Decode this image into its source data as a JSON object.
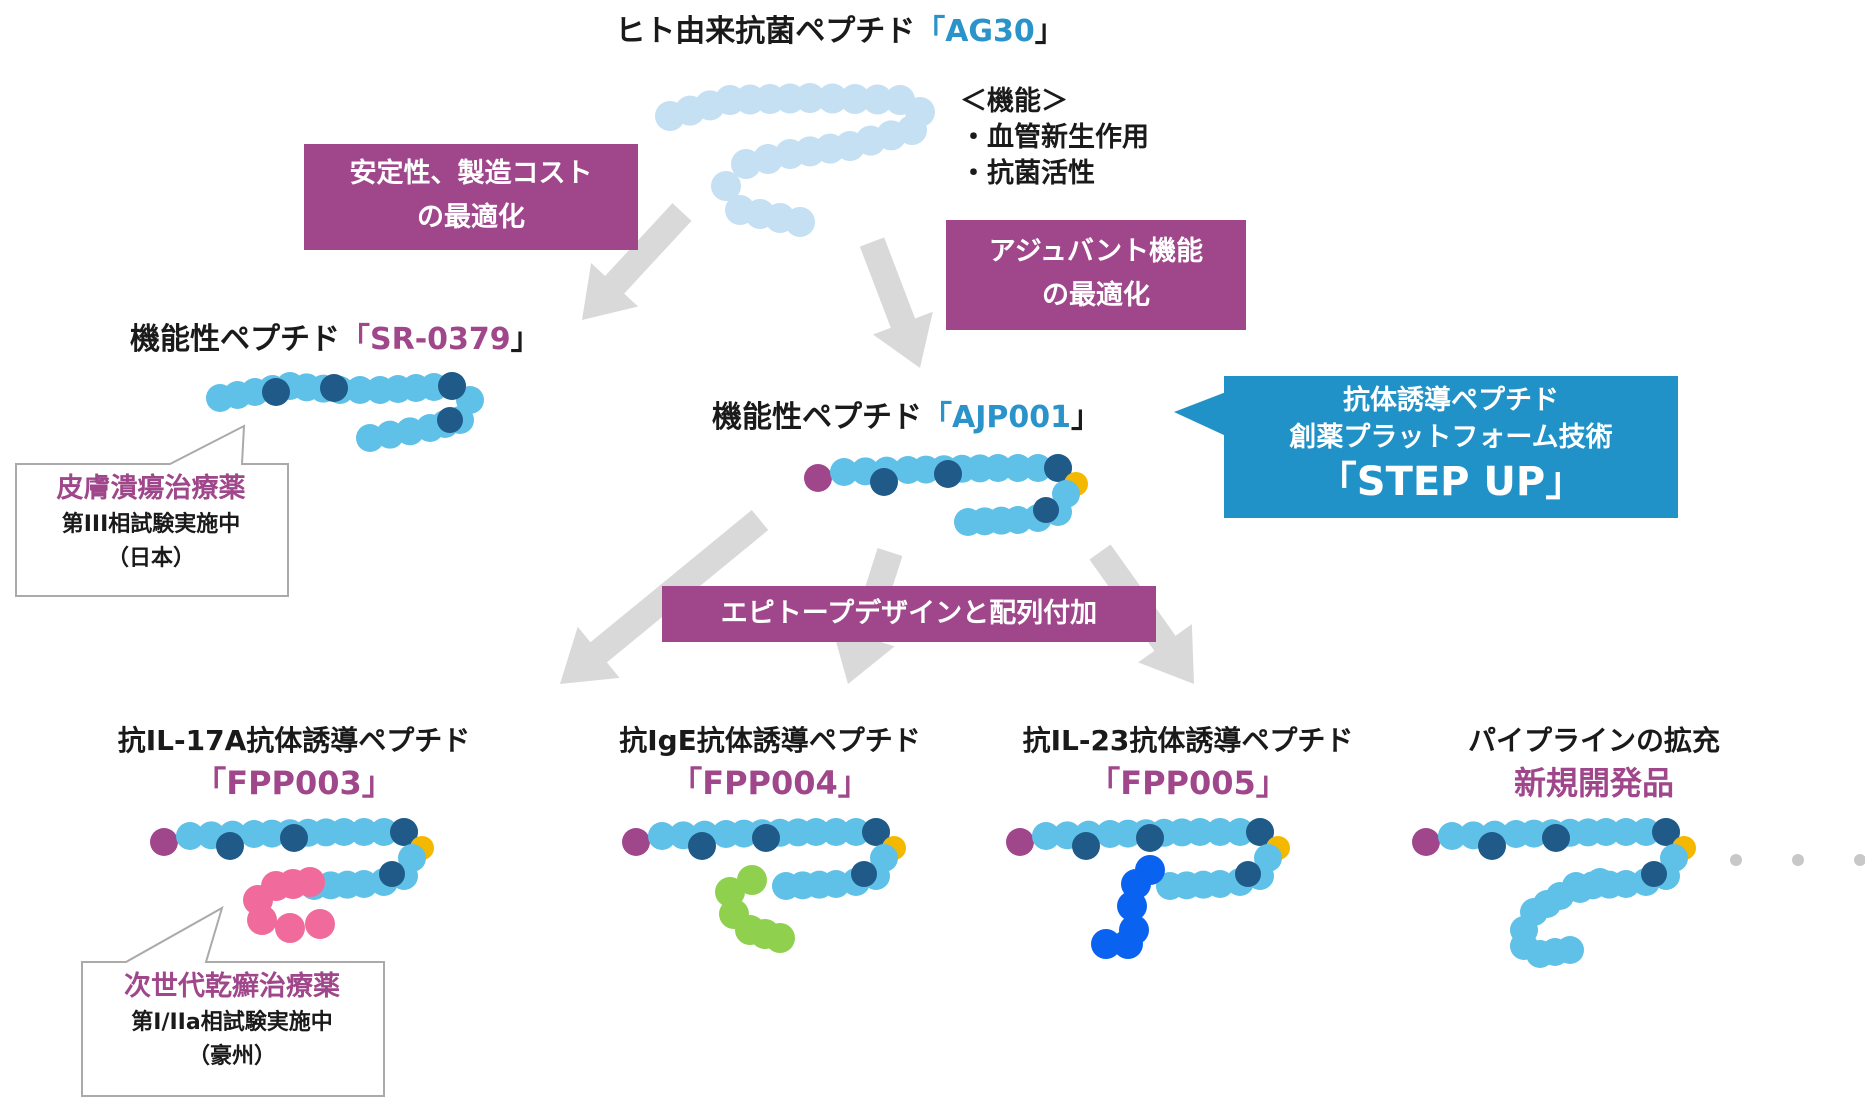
{
  "top": {
    "title_prefix": "ヒト由来抗菌ペプチド",
    "open_bracket": "「",
    "code": "AG30",
    "close_bracket": "」"
  },
  "function_note": {
    "heading": "＜機能＞",
    "items": [
      "・血管新生作用",
      "・抗菌活性"
    ]
  },
  "box_left": {
    "line1": "安定性、製造コスト",
    "line2": "の最適化"
  },
  "box_right": {
    "line1": "アジュバント機能",
    "line2": "の最適化"
  },
  "sr": {
    "title_prefix": "機能性ペプチド",
    "open_bracket": "「",
    "code": "SR-0379",
    "close_bracket": "」"
  },
  "sr_callout": {
    "name": "皮膚潰瘍治療薬",
    "phase": "第III相試験実施中",
    "region": "（日本）"
  },
  "ajp": {
    "title_prefix": "機能性ペプチド",
    "open_bracket": "「",
    "code": "AJP001",
    "close_bracket": "」"
  },
  "stepup": {
    "line1": "抗体誘導ペプチド",
    "line2": "創薬プラットフォーム技術",
    "line3": "「STEP UP」"
  },
  "epitope_box": {
    "label": "エピトープデザインと配列付加"
  },
  "products": [
    {
      "line1": "抗IL-17A抗体誘導ペプチド",
      "line2": "「FPP003」"
    },
    {
      "line1": "抗IgE抗体誘導ペプチド",
      "line2": "「FPP004」"
    },
    {
      "line1": "抗IL-23抗体誘導ペプチド",
      "line2": "「FPP005」"
    },
    {
      "line1": "パイプラインの拡充",
      "line2": "新規開発品"
    }
  ],
  "fpp003_callout": {
    "name": "次世代乾癬治療薬",
    "phase": "第I/IIa相試験実施中",
    "region": "（豪州）"
  },
  "colors": {
    "purple": "#a0478c",
    "blue_box": "#2192c8",
    "ag30_bead": "#c5dff3",
    "bead_light": "#5fc0e8",
    "bead_dark": "#1f5a88",
    "bead_start": "#a0478c",
    "bead_yellow": "#f5b800",
    "epitope_pink": "#f06b9b",
    "epitope_green": "#8fd14f",
    "epitope_blue": "#0a62f0",
    "arrow_gray": "#d9d9d9",
    "dots_gray": "#c8c8c8"
  }
}
